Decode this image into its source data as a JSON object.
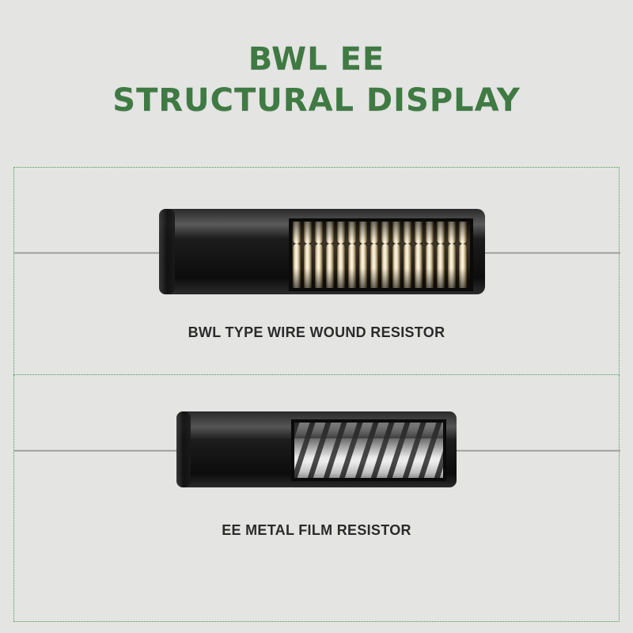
{
  "heading": {
    "line1": "BWL EE",
    "line2": "STRUCTURAL DISPLAY"
  },
  "resistors": [
    {
      "caption": "BWL TYPE WIRE WOUND RESISTOR"
    },
    {
      "caption": "EE METAL FILM RESISTOR"
    }
  ],
  "colors": {
    "heading": "#3f7a43",
    "frame": "#4b9a4f",
    "background": "#e4e4e3",
    "body": "#151515"
  }
}
